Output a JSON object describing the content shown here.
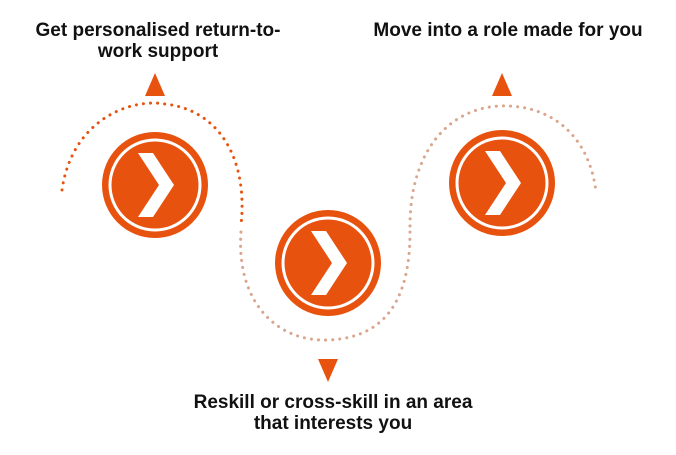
{
  "colors": {
    "primary": "#e8520f",
    "path_light": "#d9a58c",
    "text": "#111111"
  },
  "steps": [
    {
      "icon": "chevron-right-icon",
      "caption_lines": [
        "Get personalised return-to-",
        "work support"
      ]
    },
    {
      "icon": "chevron-right-icon",
      "caption_lines": [
        "Reskill or cross-skill in an area",
        "that interests you"
      ]
    },
    {
      "icon": "chevron-right-icon",
      "caption_lines": [
        "Move into a role made for you"
      ]
    }
  ]
}
